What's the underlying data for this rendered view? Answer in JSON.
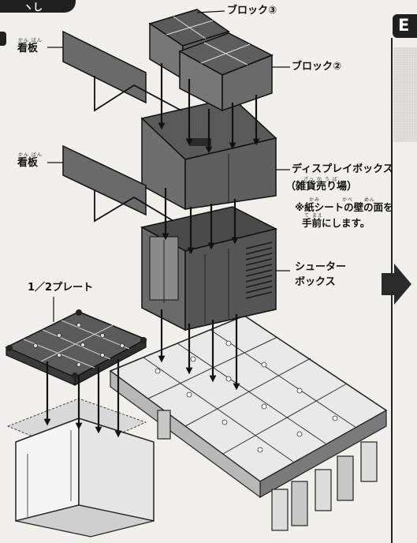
{
  "header": {
    "banner_glyph": "ヽし"
  },
  "panel": {
    "letter": "E"
  },
  "labels": {
    "block3": "ブロック③",
    "block2": "ブロック②",
    "kanban_top": "看板",
    "kanban_top_ruby": "かん ばん",
    "kanban_mid": "看板",
    "kanban_mid_ruby": "かん ばん",
    "display_box": "ディスプレイボックス",
    "display_sub": "（雑貨売り場）",
    "display_sub_ruby": "ざっ か う ば",
    "note_line1": "※紙シートの壁の面を",
    "note_line1_ruby": "かみ　　　　かべ　　めん",
    "note_line2": "手前にします。",
    "note_line2_ruby": "て まえ",
    "shooter_box_1": "シューター",
    "shooter_box_2": "ボックス",
    "half_plate": "1／2プレート"
  },
  "colors": {
    "dark": "#3a3a3a",
    "mid": "#6d6d6d",
    "light": "#9a9a9a",
    "tile": "#ffffff",
    "line": "#111111"
  }
}
